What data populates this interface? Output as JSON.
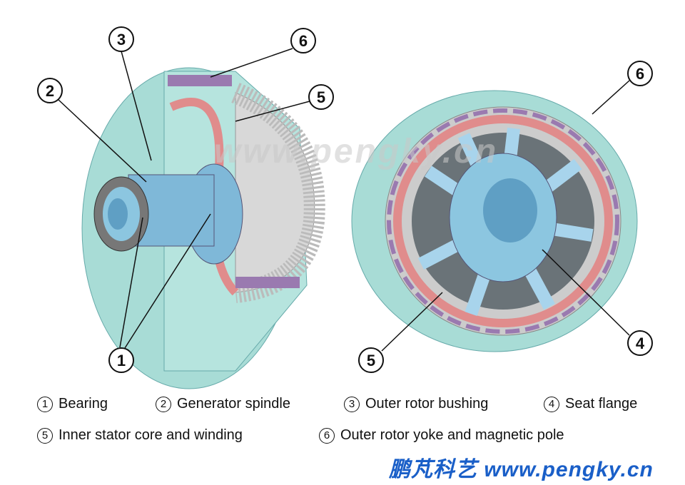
{
  "watermark": "www.pengky.cn",
  "callouts": {
    "left": [
      "3",
      "6",
      "2",
      "5",
      "1"
    ],
    "right": [
      "6",
      "4",
      "5"
    ]
  },
  "legend": [
    {
      "num": "1",
      "label": "Bearing"
    },
    {
      "num": "2",
      "label": "Generator spindle"
    },
    {
      "num": "3",
      "label": "Outer rotor bushing"
    },
    {
      "num": "4",
      "label": "Seat flange"
    },
    {
      "num": "5",
      "label": "Inner stator core and winding"
    },
    {
      "num": "6",
      "label": "Outer rotor yoke and magnetic pole"
    }
  ],
  "brand": {
    "cn": "鹏芃科艺",
    "url": "www.pengky.cn"
  },
  "colors": {
    "shell": "#a8dcd6",
    "winding": "#e08c8c",
    "hub": "#7fb8d8",
    "magnet": "#9a7ab0",
    "brand": "#1a5fc8"
  }
}
